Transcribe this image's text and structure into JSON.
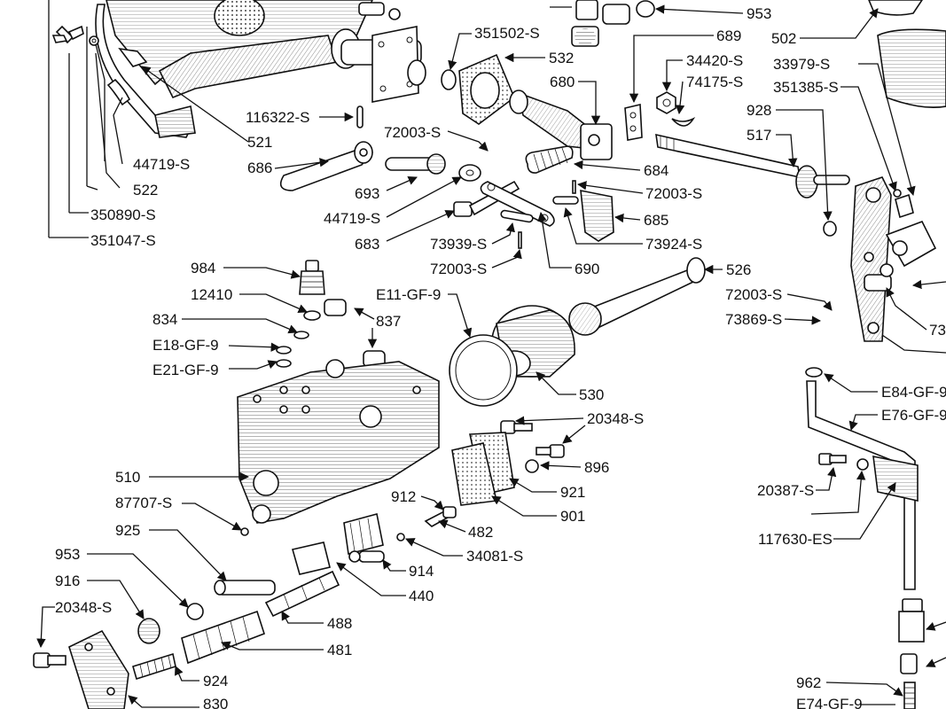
{
  "callouts": [
    {
      "id": "c-953a",
      "text": "953"
    },
    {
      "id": "c-689",
      "text": "689"
    },
    {
      "id": "c-502",
      "text": "502"
    },
    {
      "id": "c-351502",
      "text": "351502-S"
    },
    {
      "id": "c-532",
      "text": "532"
    },
    {
      "id": "c-34420",
      "text": "34420-S"
    },
    {
      "id": "c-74175",
      "text": "74175-S"
    },
    {
      "id": "c-33979",
      "text": "33979-S"
    },
    {
      "id": "c-351385",
      "text": "351385-S"
    },
    {
      "id": "c-680",
      "text": "680"
    },
    {
      "id": "c-928",
      "text": "928"
    },
    {
      "id": "c-116322",
      "text": "116322-S"
    },
    {
      "id": "c-521",
      "text": "521"
    },
    {
      "id": "c-72003a",
      "text": "72003-S"
    },
    {
      "id": "c-517",
      "text": "517"
    },
    {
      "id": "c-44719a",
      "text": "44719-S"
    },
    {
      "id": "c-686",
      "text": "686"
    },
    {
      "id": "c-684",
      "text": "684"
    },
    {
      "id": "c-522",
      "text": "522"
    },
    {
      "id": "c-693",
      "text": "693"
    },
    {
      "id": "c-72003b",
      "text": "72003-S"
    },
    {
      "id": "c-350890",
      "text": "350890-S"
    },
    {
      "id": "c-44719b",
      "text": "44719-S"
    },
    {
      "id": "c-685",
      "text": "685"
    },
    {
      "id": "c-351047",
      "text": "351047-S"
    },
    {
      "id": "c-683",
      "text": "683"
    },
    {
      "id": "c-73939",
      "text": "73939-S"
    },
    {
      "id": "c-73924",
      "text": "73924-S"
    },
    {
      "id": "c-72003c",
      "text": "72003-S"
    },
    {
      "id": "c-690",
      "text": "690"
    },
    {
      "id": "c-526",
      "text": "526"
    },
    {
      "id": "c-984",
      "text": "984"
    },
    {
      "id": "c-72003d",
      "text": "72003-S"
    },
    {
      "id": "c-12410",
      "text": "12410"
    },
    {
      "id": "c-e11",
      "text": "E11-GF-9"
    },
    {
      "id": "c-73869",
      "text": "73869-S"
    },
    {
      "id": "c-834",
      "text": "834"
    },
    {
      "id": "c-837",
      "text": "837"
    },
    {
      "id": "c-e18",
      "text": "E18-GF-9"
    },
    {
      "id": "c-e21",
      "text": "E21-GF-9"
    },
    {
      "id": "c-73r",
      "text": "73"
    },
    {
      "id": "c-e84",
      "text": "E84-GF-9"
    },
    {
      "id": "c-530",
      "text": "530"
    },
    {
      "id": "c-e76",
      "text": "E76-GF-9"
    },
    {
      "id": "c-20348a",
      "text": "20348-S"
    },
    {
      "id": "c-896",
      "text": "896"
    },
    {
      "id": "c-510",
      "text": "510"
    },
    {
      "id": "c-20387",
      "text": "20387-S"
    },
    {
      "id": "c-921",
      "text": "921"
    },
    {
      "id": "c-87707",
      "text": "87707-S"
    },
    {
      "id": "c-912",
      "text": "912"
    },
    {
      "id": "c-901",
      "text": "901"
    },
    {
      "id": "c-925",
      "text": "925"
    },
    {
      "id": "c-482",
      "text": "482"
    },
    {
      "id": "c-117630",
      "text": "117630-ES"
    },
    {
      "id": "c-34081",
      "text": "34081-S"
    },
    {
      "id": "c-953b",
      "text": "953"
    },
    {
      "id": "c-914",
      "text": "914"
    },
    {
      "id": "c-916",
      "text": "916"
    },
    {
      "id": "c-440",
      "text": "440"
    },
    {
      "id": "c-20348b",
      "text": "20348-S"
    },
    {
      "id": "c-488",
      "text": "488"
    },
    {
      "id": "c-481",
      "text": "481"
    },
    {
      "id": "c-924",
      "text": "924"
    },
    {
      "id": "c-962",
      "text": "962"
    },
    {
      "id": "c-830",
      "text": "830"
    },
    {
      "id": "c-e74",
      "text": "E74-GF-9"
    }
  ]
}
